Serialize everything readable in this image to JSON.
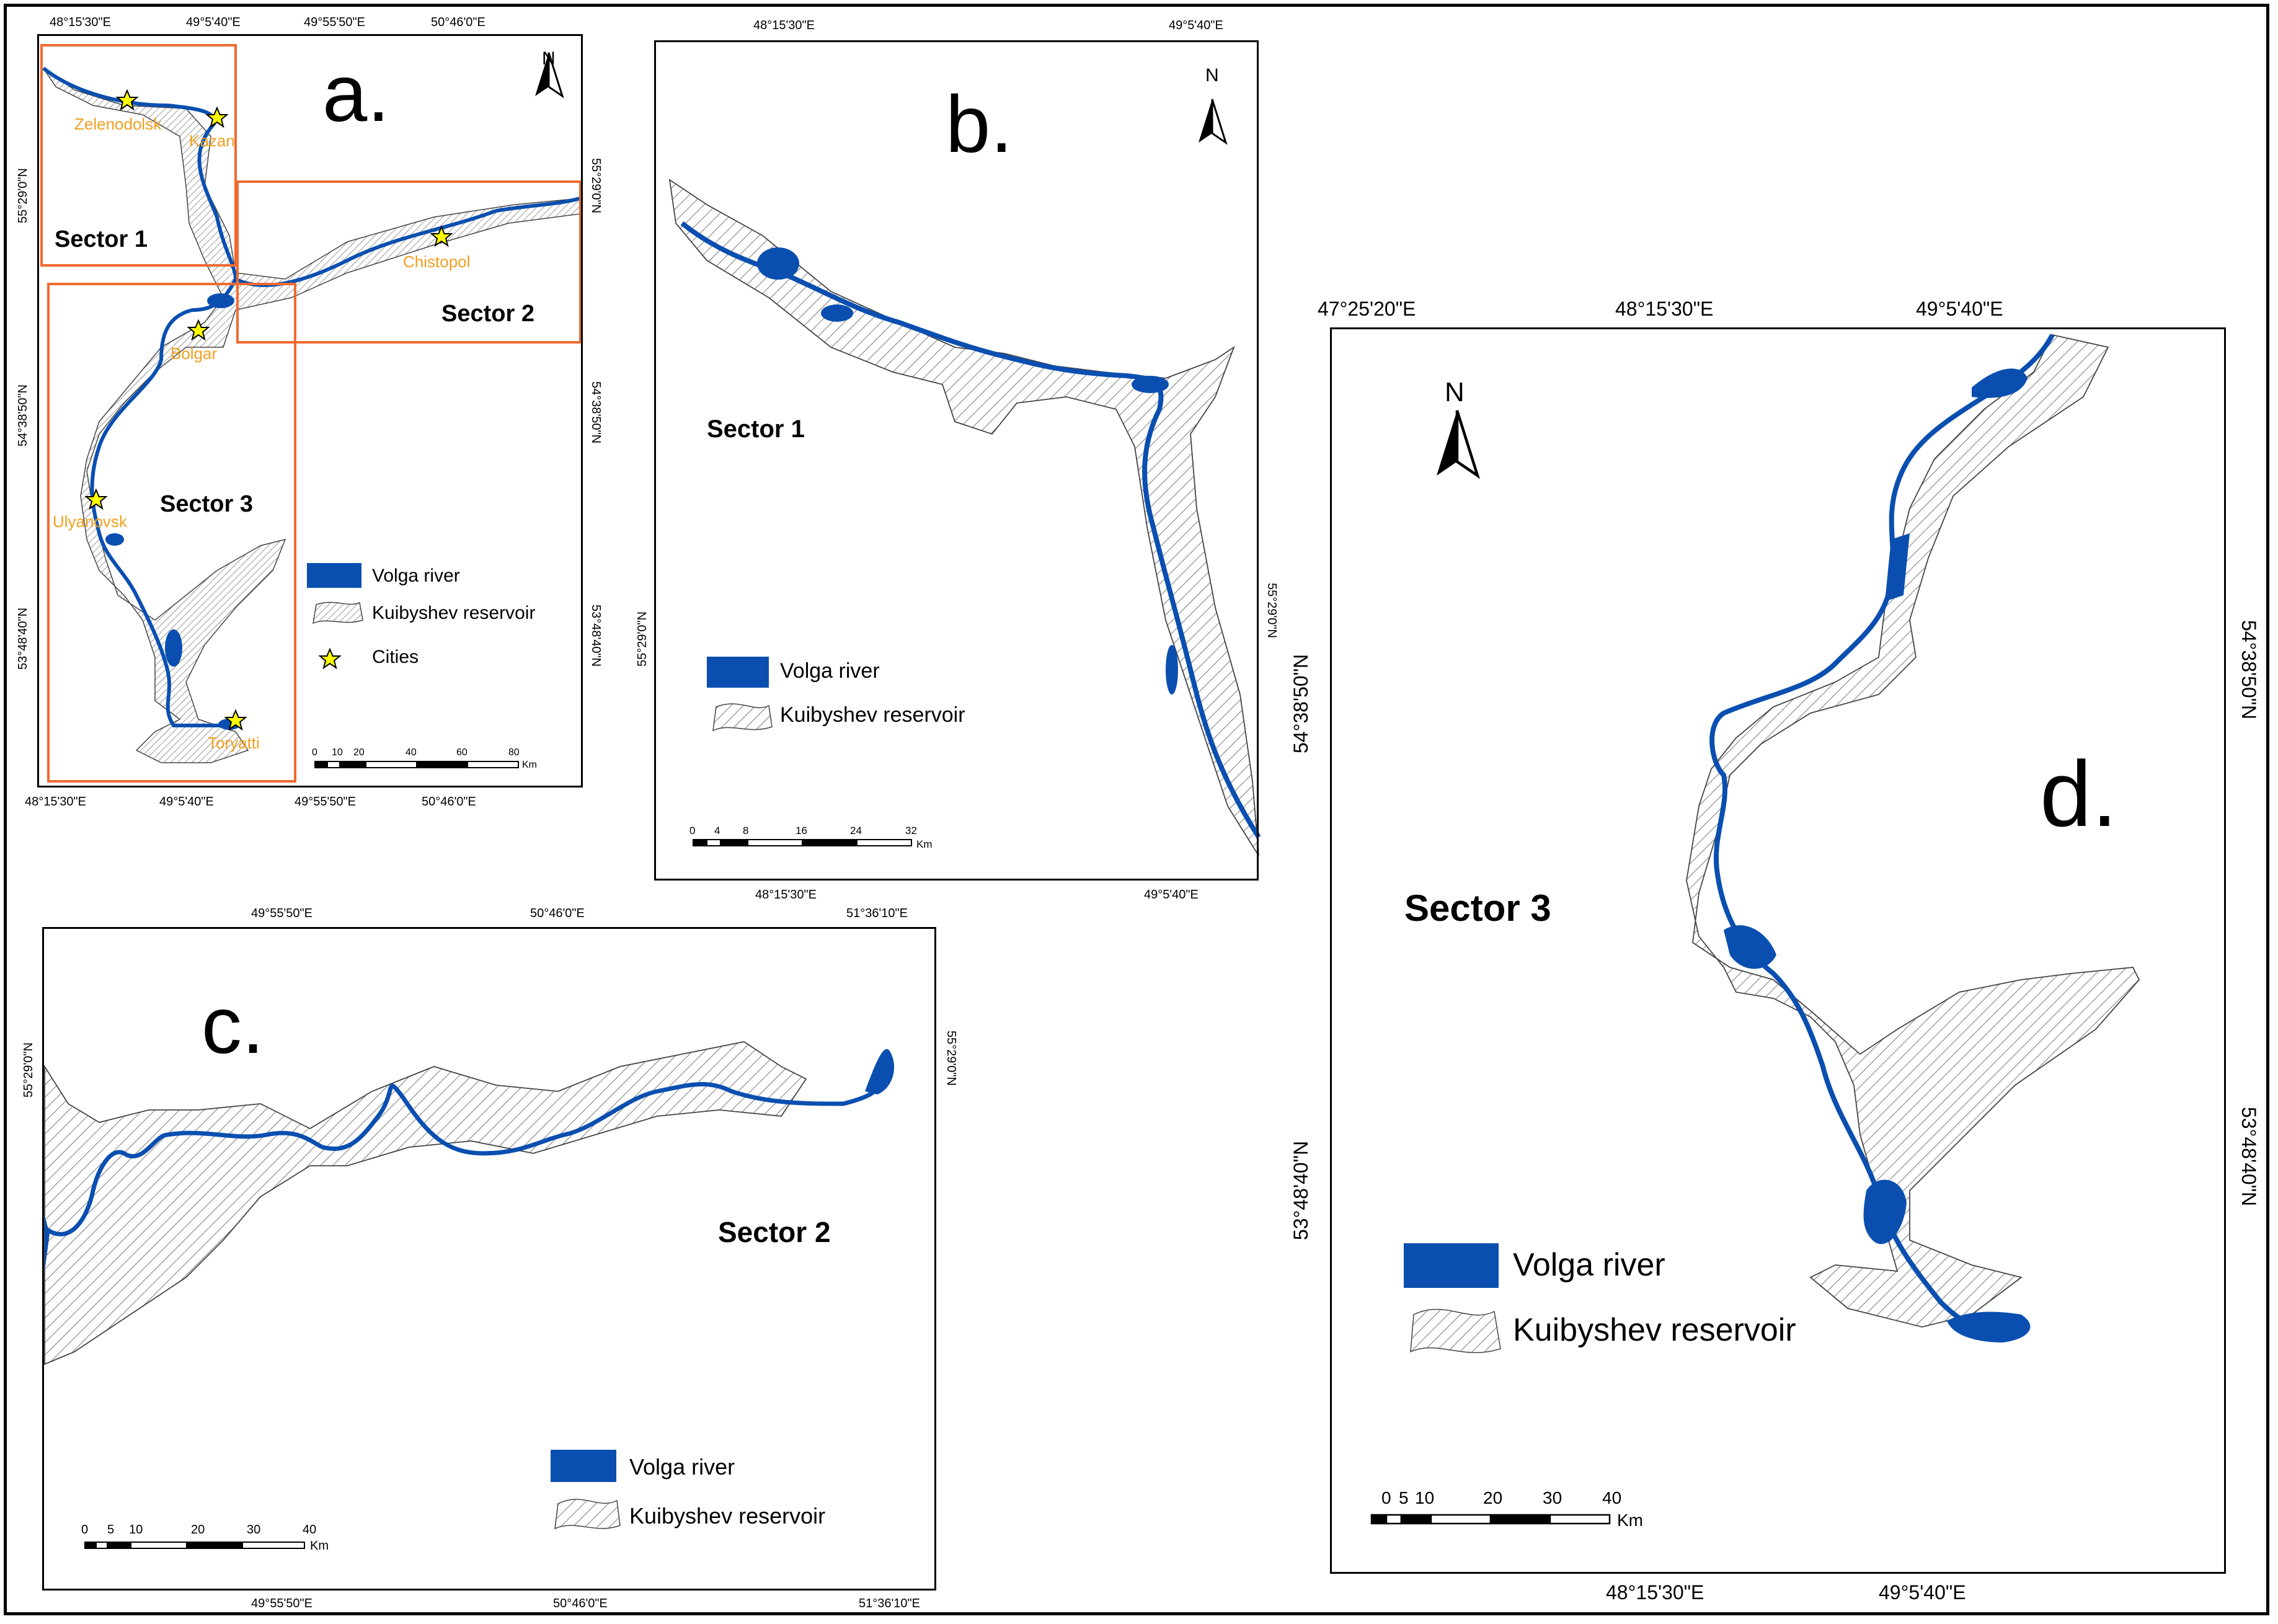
{
  "panels": {
    "a": {
      "letter": "a.",
      "top_ticks": [
        "48°15'30\"E",
        "49°5'40\"E",
        "49°55'50\"E",
        "50°46'0\"E"
      ],
      "bottom_ticks": [
        "48°15'30\"E",
        "49°5'40\"E",
        "49°55'50\"E",
        "50°46'0\"E"
      ],
      "left_ticks": [
        "55°29'0\"N",
        "54°38'50\"N",
        "53°48'40\"N"
      ],
      "right_ticks": [
        "55°29'0\"N",
        "54°38'50\"N",
        "53°48'40\"N"
      ],
      "sectors": [
        "Sector 1",
        "Sector 2",
        "Sector 3"
      ],
      "cities": [
        "Zelenodolsk",
        "Kazan",
        "Chistopol",
        "Bolgar",
        "Ulyanovsk",
        "Toryatti"
      ],
      "legend": {
        "river": "Volga river",
        "reservoir": "Kuibyshev reservoir",
        "cities": "Cities"
      },
      "scale": {
        "ticks": [
          "0",
          "10",
          "20",
          "40",
          "60",
          "80"
        ],
        "unit": "Km"
      },
      "north": "N"
    },
    "b": {
      "letter": "b.",
      "top_ticks": [
        "48°15'30\"E",
        "49°5'40\"E"
      ],
      "bottom_ticks": [
        "48°15'30\"E",
        "49°5'40\"E"
      ],
      "left_ticks": [
        "55°29'0\"N"
      ],
      "right_ticks": [
        "55°29'0\"N"
      ],
      "sector": "Sector 1",
      "legend": {
        "river": "Volga river",
        "reservoir": "Kuibyshev reservoir"
      },
      "scale": {
        "ticks": [
          "0",
          "4",
          "8",
          "16",
          "24",
          "32"
        ],
        "unit": "Km"
      },
      "north": "N"
    },
    "c": {
      "letter": "c.",
      "top_ticks": [
        "49°55'50\"E",
        "50°46'0\"E",
        "51°36'10\"E"
      ],
      "bottom_ticks": [
        "49°55'50\"E",
        "50°46'0\"E",
        "51°36'10\"E"
      ],
      "left_ticks": [
        "55°29'0\"N"
      ],
      "right_ticks": [
        "55°29'0\"N"
      ],
      "sector": "Sector 2",
      "legend": {
        "river": "Volga river",
        "reservoir": "Kuibyshev reservoir"
      },
      "scale": {
        "ticks": [
          "0",
          "5",
          "10",
          "20",
          "30",
          "40"
        ],
        "unit": "Km"
      }
    },
    "d": {
      "letter": "d.",
      "top_ticks": [
        "47°25'20\"E",
        "48°15'30\"E",
        "49°5'40\"E"
      ],
      "bottom_ticks": [
        "48°15'30\"E",
        "49°5'40\"E"
      ],
      "left_ticks": [
        "54°38'50\"N",
        "53°48'40\"N"
      ],
      "right_ticks": [
        "54°38'50\"N",
        "53°48'40\"N"
      ],
      "sector": "Sector 3",
      "legend": {
        "river": "Volga river",
        "reservoir": "Kuibyshev reservoir"
      },
      "scale": {
        "ticks": [
          "0",
          "5",
          "10",
          "20",
          "30",
          "40"
        ],
        "unit": "Km"
      },
      "north": "N"
    }
  },
  "colors": {
    "river": "#0a4fb0",
    "sector_box": "#f06a30",
    "city_label": "#f0a020",
    "star": "#ffff00"
  }
}
